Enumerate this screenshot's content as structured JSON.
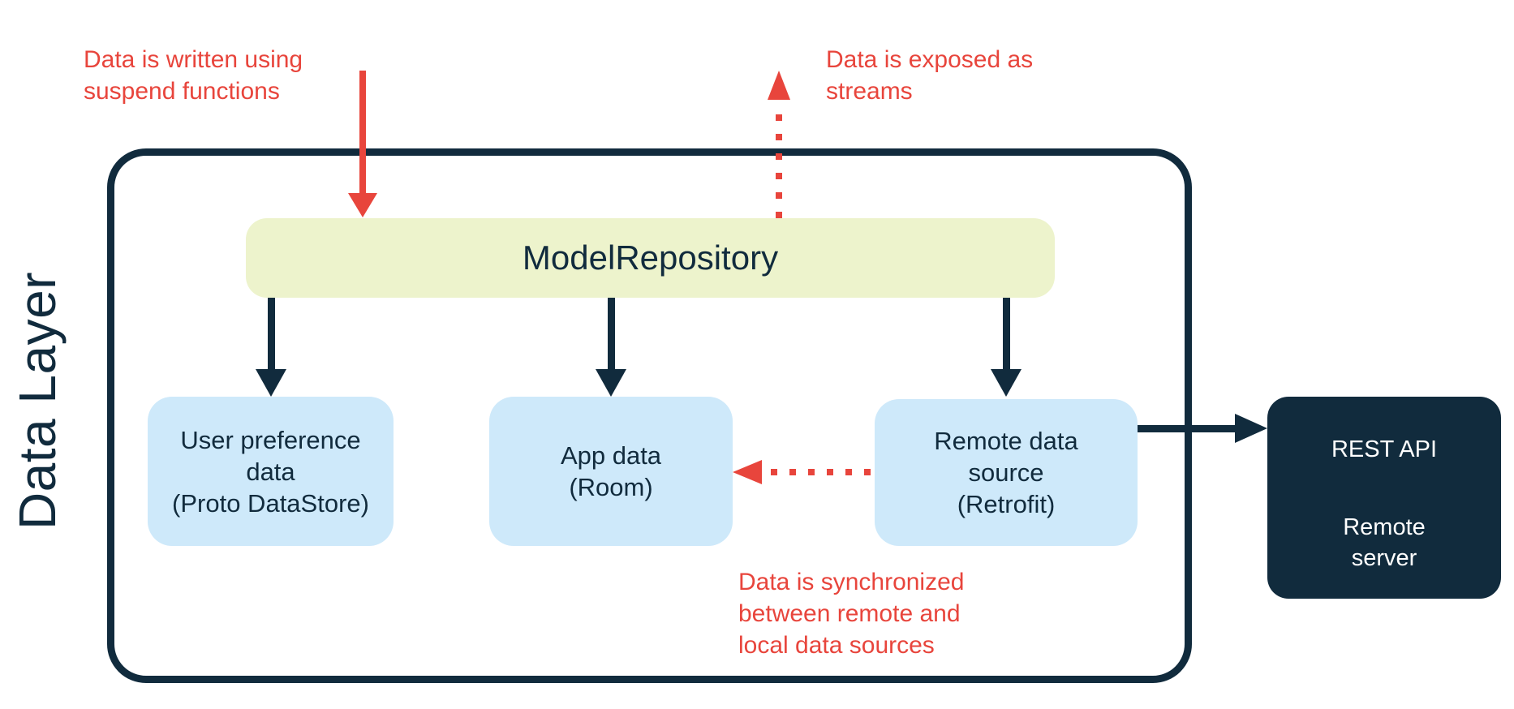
{
  "colors": {
    "navy": "#112b3d",
    "red": "#e8453c",
    "light-blue": "#cee9fa",
    "pale-green": "#edf3cc",
    "white": "#ffffff"
  },
  "layer": {
    "label": "Data Layer"
  },
  "repository": {
    "label": "ModelRepository"
  },
  "sources": [
    {
      "id": "user-preference-data",
      "label": "User preference\ndata\n(Proto DataStore)"
    },
    {
      "id": "app-data",
      "label": "App data\n(Room)"
    },
    {
      "id": "remote-data-source",
      "label": "Remote data\nsource\n(Retrofit)"
    }
  ],
  "remote_server": {
    "title": "REST API",
    "subtitle": "Remote\nserver"
  },
  "annotations": [
    {
      "id": "written",
      "text": "Data is written using\nsuspend functions"
    },
    {
      "id": "exposed",
      "text": "Data is exposed as\nstreams"
    },
    {
      "id": "synchronized",
      "text": "Data is synchronized\nbetween remote and\nlocal data sources"
    }
  ],
  "edges": [
    {
      "id": "write-suspend-arrow",
      "from": "outside",
      "to": "ModelRepository",
      "style": "solid",
      "color": "red",
      "direction": "down"
    },
    {
      "id": "exposed-streams-arrow",
      "from": "ModelRepository",
      "to": "outside",
      "style": "dotted",
      "color": "red",
      "direction": "up"
    },
    {
      "id": "repo-to-user-preference-arrow",
      "from": "ModelRepository",
      "to": "User preference data (Proto DataStore)",
      "style": "solid",
      "color": "navy",
      "direction": "down"
    },
    {
      "id": "repo-to-app-data-arrow",
      "from": "ModelRepository",
      "to": "App data (Room)",
      "style": "solid",
      "color": "navy",
      "direction": "down"
    },
    {
      "id": "repo-to-remote-source-arrow",
      "from": "ModelRepository",
      "to": "Remote data source (Retrofit)",
      "style": "solid",
      "color": "navy",
      "direction": "down"
    },
    {
      "id": "sync-arrow",
      "from": "Remote data source (Retrofit)",
      "to": "App data (Room)",
      "style": "dotted",
      "color": "red",
      "direction": "left"
    },
    {
      "id": "remote-to-server-arrow",
      "from": "Remote data source (Retrofit)",
      "to": "REST API Remote server",
      "style": "solid",
      "color": "navy",
      "direction": "right"
    }
  ]
}
